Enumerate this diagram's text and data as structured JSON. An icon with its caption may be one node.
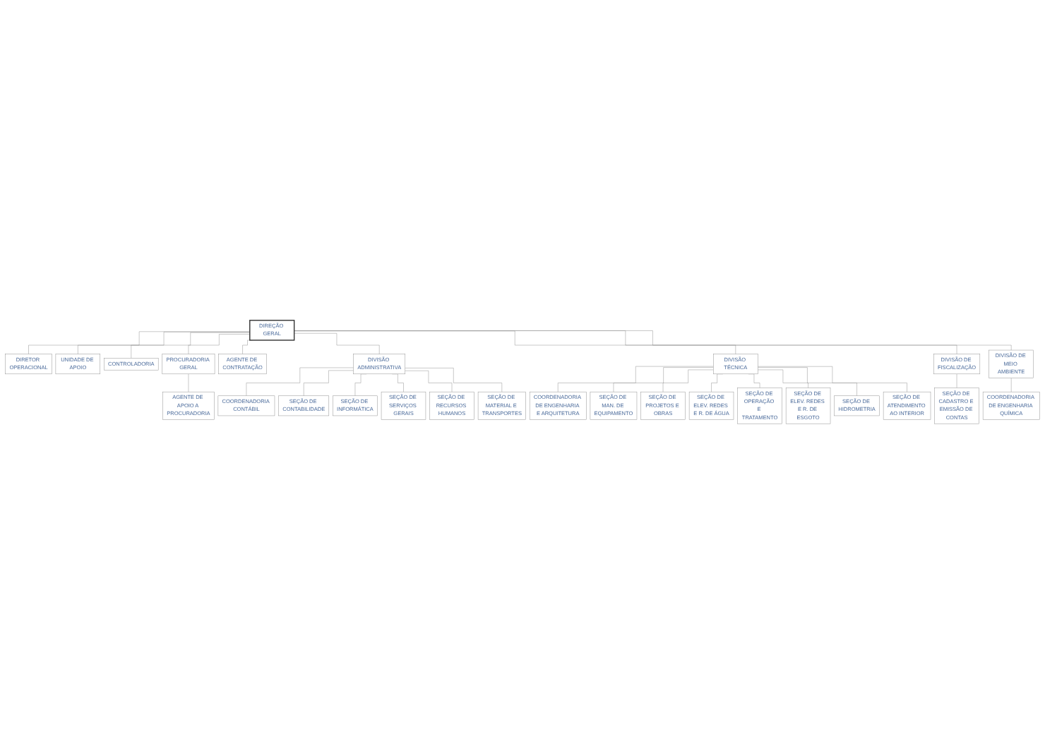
{
  "diagram": {
    "nodes": [
      {
        "text": [
          "DIREÇÃO GERAL"
        ]
      },
      {
        "text": [
          "DIRETOR OPERACIONAL"
        ]
      },
      {
        "text": [
          "UNIDADE DE APOIO"
        ]
      },
      {
        "text": [
          "CONTROLADORIA"
        ]
      },
      {
        "text": [
          "PROCURADORIA GERAL"
        ]
      },
      {
        "text": [
          "AGENTE DE CONTRATAÇÃO"
        ]
      },
      {
        "text": [
          "AGENTE DE APOIO A PROCURADORIA"
        ]
      },
      {
        "text": [
          "DIVISÃO ADMINISTRATIVA"
        ]
      },
      {
        "text": [
          "DIVISÃO TÉCNICA"
        ]
      },
      {
        "text": [
          "DIVISÃO DE FISCALIZAÇÃO"
        ]
      },
      {
        "text": [
          "DIVISÃO DE MEIO AMBIENTE"
        ]
      },
      {
        "text": [
          "COORDENADORIA CONTÁBIL"
        ]
      },
      {
        "text": [
          "COORDENADORIA DE ENGENHARIA E ARQUITETURA"
        ]
      },
      {
        "text": [
          "SEÇÃO DE CADASTRO E EMISSÃO DE CONTAS"
        ]
      },
      {
        "text": [
          "COORDENADORIA DE ENGENHARIA QUÍMICA"
        ]
      },
      {
        "text": [
          "SEÇÃO DE MAN. DE EQUIPAMENTO"
        ]
      },
      {
        "text": [
          "SEÇÃO DE PROJETOS E OBRAS"
        ]
      },
      {
        "text": [
          "SEÇÃO DE ELEV. REDES E R. DE ÁGUA"
        ]
      },
      {
        "text": [
          "SEÇÃO DE OPERAÇÃO E TRATAMENTO"
        ]
      },
      {
        "text": [
          "SEÇÃO DE ELEV. REDES E R. DE ESGOTO"
        ]
      },
      {
        "text": [
          "SEÇÃO DE HIDROMETRIA"
        ]
      },
      {
        "text": [
          "SEÇÃO DE ATENDIMENTO AO INTERIOR"
        ]
      },
      {
        "text": [
          "SEÇÃO DE CONTABILIDADE"
        ]
      },
      {
        "text": [
          "SEÇÃO DE INFORMÁTICA"
        ]
      },
      {
        "text": [
          "SEÇÃO DE SERVIÇOS GERAIS"
        ]
      },
      {
        "text": [
          "SEÇÃO DE RECURSOS HUMANOS"
        ]
      },
      {
        "text": [
          "SEÇÃO DE MATERIAL E TRANSPORTES"
        ]
      }
    ],
    "edges": [
      {
        "from": 0,
        "to": 1,
        "arrow": "none"
      },
      {
        "from": 0,
        "to": 2,
        "arrow": "none"
      },
      {
        "from": 0,
        "to": 3,
        "arrow": "none"
      },
      {
        "from": 0,
        "to": 4,
        "arrow": "none"
      },
      {
        "from": 0,
        "to": 5,
        "arrow": "none"
      },
      {
        "from": 4,
        "to": 6,
        "arrow": "none"
      },
      {
        "from": 0,
        "to": 7,
        "arrow": "none"
      },
      {
        "from": 0,
        "to": 8,
        "arrow": "none"
      },
      {
        "from": 0,
        "to": 9,
        "arrow": "none"
      },
      {
        "from": 0,
        "to": 10,
        "arrow": "none"
      },
      {
        "from": 7,
        "to": 11,
        "arrow": "none"
      },
      {
        "from": 8,
        "to": 12,
        "arrow": "none"
      },
      {
        "from": 9,
        "to": 13,
        "arrow": "none"
      },
      {
        "from": 10,
        "to": 14,
        "arrow": "none"
      },
      {
        "from": 8,
        "to": 15,
        "arrow": "none"
      },
      {
        "from": 8,
        "to": 16,
        "arrow": "none"
      },
      {
        "from": 8,
        "to": 17,
        "arrow": "none"
      },
      {
        "from": 8,
        "to": 18,
        "arrow": "none"
      },
      {
        "from": 8,
        "to": 19,
        "arrow": "none"
      },
      {
        "from": 8,
        "to": 20,
        "arrow": "none"
      },
      {
        "from": 8,
        "to": 21,
        "arrow": "none"
      },
      {
        "from": 7,
        "to": 22,
        "arrow": "none"
      },
      {
        "from": 7,
        "to": 23,
        "arrow": "none"
      },
      {
        "from": 7,
        "to": 24,
        "arrow": "none"
      },
      {
        "from": 7,
        "to": 25,
        "arrow": "none"
      },
      {
        "from": 7,
        "to": 26,
        "arrow": "none"
      }
    ]
  }
}
